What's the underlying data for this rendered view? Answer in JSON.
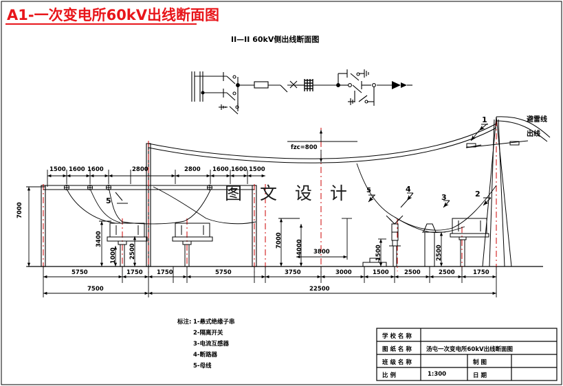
{
  "page": {
    "title": "A1-一次变电所60kV出线断面图",
    "subtitle": "II—II 60kV侧出线断面图",
    "watermark": "图 文 设 计",
    "title_color": "#e8151a",
    "line_color": "#000000",
    "accent_color": "#cc0000"
  },
  "labels": {
    "lightning_wire": "避雷线",
    "outgoing_line": "出线",
    "sag_note": "fzc=800",
    "callouts": [
      "1",
      "2",
      "3",
      "4",
      "5"
    ]
  },
  "dimensions": {
    "top_chain": [
      "1500",
      "1600",
      "1600",
      "2800",
      "2800",
      "1600",
      "1600",
      "1500"
    ],
    "bottom_chain": [
      "5750",
      "1750",
      "1750",
      "5750",
      "3750",
      "3000",
      "1500",
      "2500",
      "2500",
      "1750"
    ],
    "overall_left": "7500",
    "overall_right": "22500",
    "vertical": [
      "7000",
      "3400",
      "1000",
      "2500",
      "7000",
      "4000",
      "2500",
      "1500",
      "2500"
    ],
    "horizontal_inner": "3800"
  },
  "legend": {
    "heading": "标注:",
    "items": [
      "1-悬式绝缘子串",
      "2-隔离开关",
      "3-电流互感器",
      "4-断路器",
      "5-母线"
    ]
  },
  "title_block": {
    "rows": [
      {
        "label": "学 校 名 称",
        "value": ""
      },
      {
        "label": "图 纸 名 称",
        "value": "汤屯一次变电所60kV出线断面图"
      },
      {
        "label": "班 级 名 称",
        "value": "",
        "label2": "制    图",
        "value2": ""
      },
      {
        "label": "比      例",
        "value": "1:300",
        "label2": "日    期",
        "value2": ""
      }
    ]
  }
}
